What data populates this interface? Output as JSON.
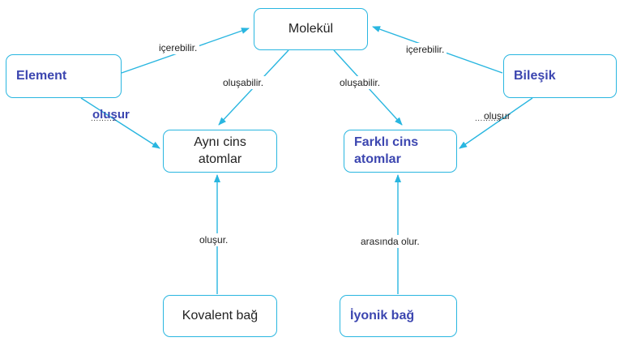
{
  "nodes": {
    "molekul": "Molekül",
    "element": "Element",
    "bilesik": "Bileşik",
    "ayni_cins": "Aynı cins\natomlar",
    "farkli_cins": "Farklı cins\natomlar",
    "kovalent": "Kovalent bağ",
    "iyonik": "İyonik bağ"
  },
  "edges": {
    "element_molekul": "içerebilir.",
    "bilesik_molekul": "içerebilir.",
    "molekul_ayni": "oluşabilir.",
    "molekul_farkli": "oluşabilir.",
    "element_ayni": "oluşur",
    "bilesik_farkli": "oluşur",
    "kovalent_ayni": "oluşur.",
    "iyonik_farkli": "arasında olur."
  },
  "dots": {
    "element_ayni": "..........",
    "bilesik_farkli": ".........."
  },
  "colors": {
    "arrow": "#29b6e0",
    "answer_text": "#3c46b0"
  }
}
